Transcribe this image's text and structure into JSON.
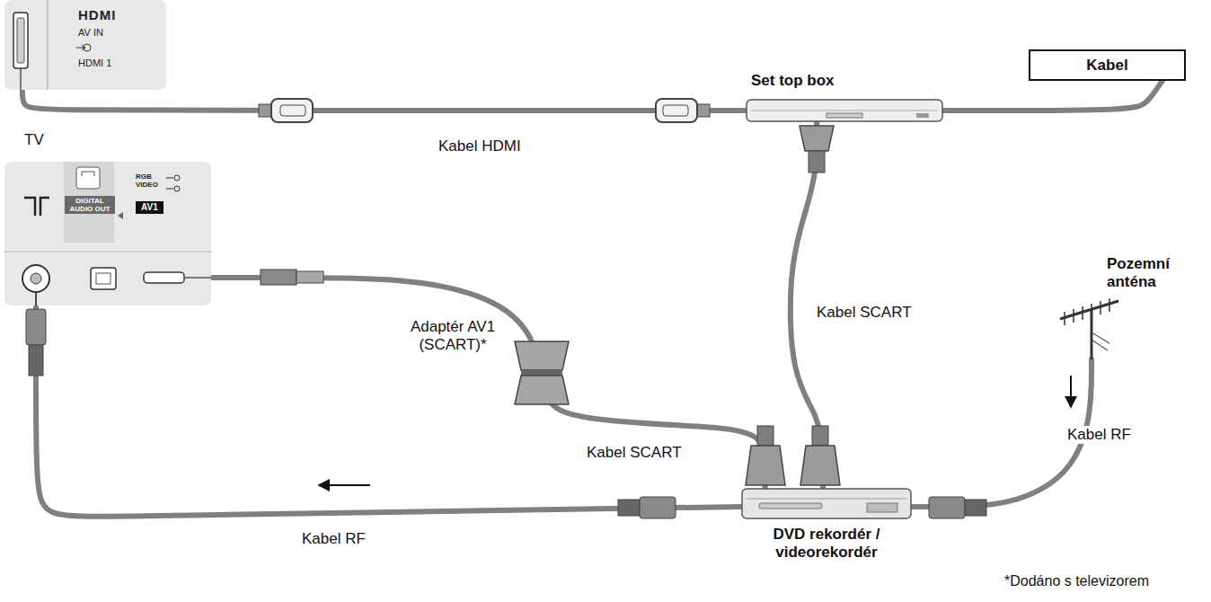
{
  "diagram": {
    "nodes": [
      {
        "text": [
          "HDMI",
          "AV IN",
          "HDMI 1"
        ]
      },
      {
        "text": [
          "Set top box"
        ]
      },
      {
        "text": [
          "Kabel"
        ]
      },
      {
        "text": [
          "DIGITAL AUDIO OUT",
          "RGB VIDEO",
          "AV1"
        ]
      },
      {
        "text": [
          "Pozemní anténa"
        ]
      },
      {
        "text": [
          "DVD rekordér / videorekordér"
        ]
      }
    ],
    "edges": [
      {
        "from": 0,
        "to": 1,
        "arrow": "none",
        "label": "Kabel HDMI"
      },
      {
        "from": 2,
        "to": 1,
        "arrow": "none"
      },
      {
        "from": 1,
        "to": 5,
        "arrow": "none",
        "label": "Kabel SCART"
      },
      {
        "from": 3,
        "to": 5,
        "arrow": "none",
        "label": "Kabel SCART"
      },
      {
        "from": 4,
        "to": 5,
        "arrow": "to",
        "label": "Kabel RF"
      },
      {
        "from": 5,
        "to": 3,
        "arrow": "to",
        "label": "Kabel RF"
      }
    ],
    "labels": [
      "TV",
      "Adaptér AV1 (SCART)*",
      "*Dodáno s televizorem"
    ]
  }
}
